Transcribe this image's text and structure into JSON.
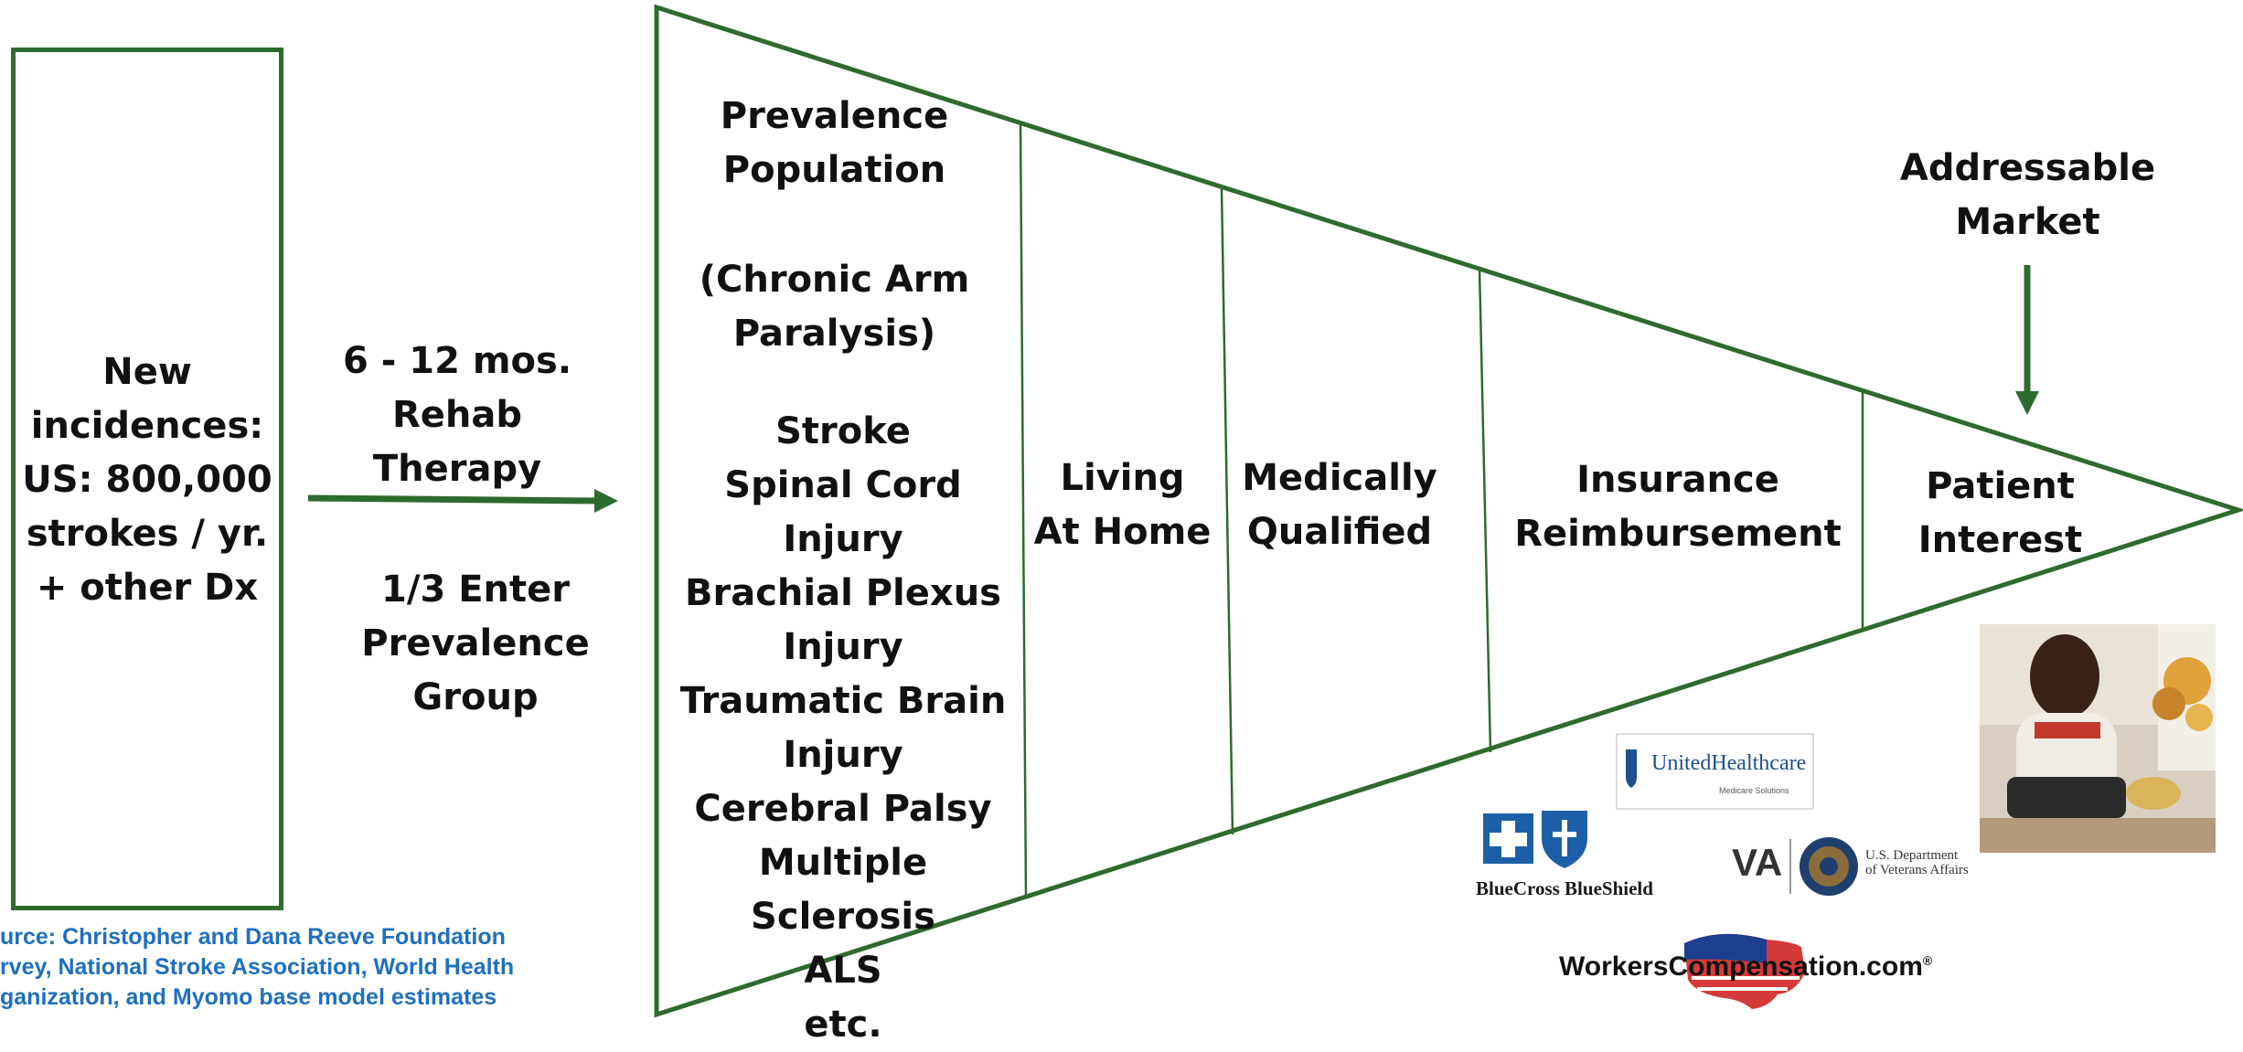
{
  "left_box": {
    "lines": [
      "New",
      "incidences:",
      "US: 800,000",
      "strokes / yr.",
      "+ other Dx"
    ]
  },
  "transition": {
    "top_lines": [
      "6 - 12 mos.",
      "Rehab Therapy"
    ],
    "bottom_lines": [
      "1/3 Enter",
      "Prevalence Group"
    ]
  },
  "funnel": {
    "stage1": {
      "title_lines": [
        "Prevalence",
        "Population"
      ],
      "subtitle_lines": [
        "(Chronic Arm",
        "Paralysis)"
      ],
      "conditions": [
        "Stroke",
        "Spinal Cord Injury",
        "Brachial Plexus",
        "Injury",
        "Traumatic Brain",
        "Injury",
        "Cerebral Palsy",
        "Multiple Sclerosis",
        "ALS",
        "etc."
      ]
    },
    "stage2": [
      "Living",
      "At Home"
    ],
    "stage3": [
      "Medically",
      "Qualified"
    ],
    "stage4": [
      "Insurance",
      "Reimbursement"
    ],
    "stage5": [
      "Patient",
      "Interest"
    ]
  },
  "addressable": [
    "Addressable",
    "Market"
  ],
  "source": [
    "urce: Christopher and Dana Reeve Foundation",
    "rvey, National Stroke Association, World Health",
    "ganization, and Myomo base model estimates"
  ],
  "logos": {
    "united": "UnitedHealthcare",
    "united_sub": "Medicare Solutions",
    "bcbs": "BlueCross BlueShield",
    "va": "VA",
    "va_dept": [
      "U.S. Department",
      "of Veterans Affairs"
    ],
    "workers": "WorkersCompensation.com",
    "workers_mark": "®"
  },
  "colors": {
    "green": "#2e6b2e",
    "source_blue": "#1f6fbf"
  },
  "icons": [
    "arrow-right-icon",
    "arrow-down-icon",
    "patient-photo",
    "us-flag-map-icon",
    "va-seal-icon",
    "bluecross-icon",
    "blueshield-icon"
  ]
}
